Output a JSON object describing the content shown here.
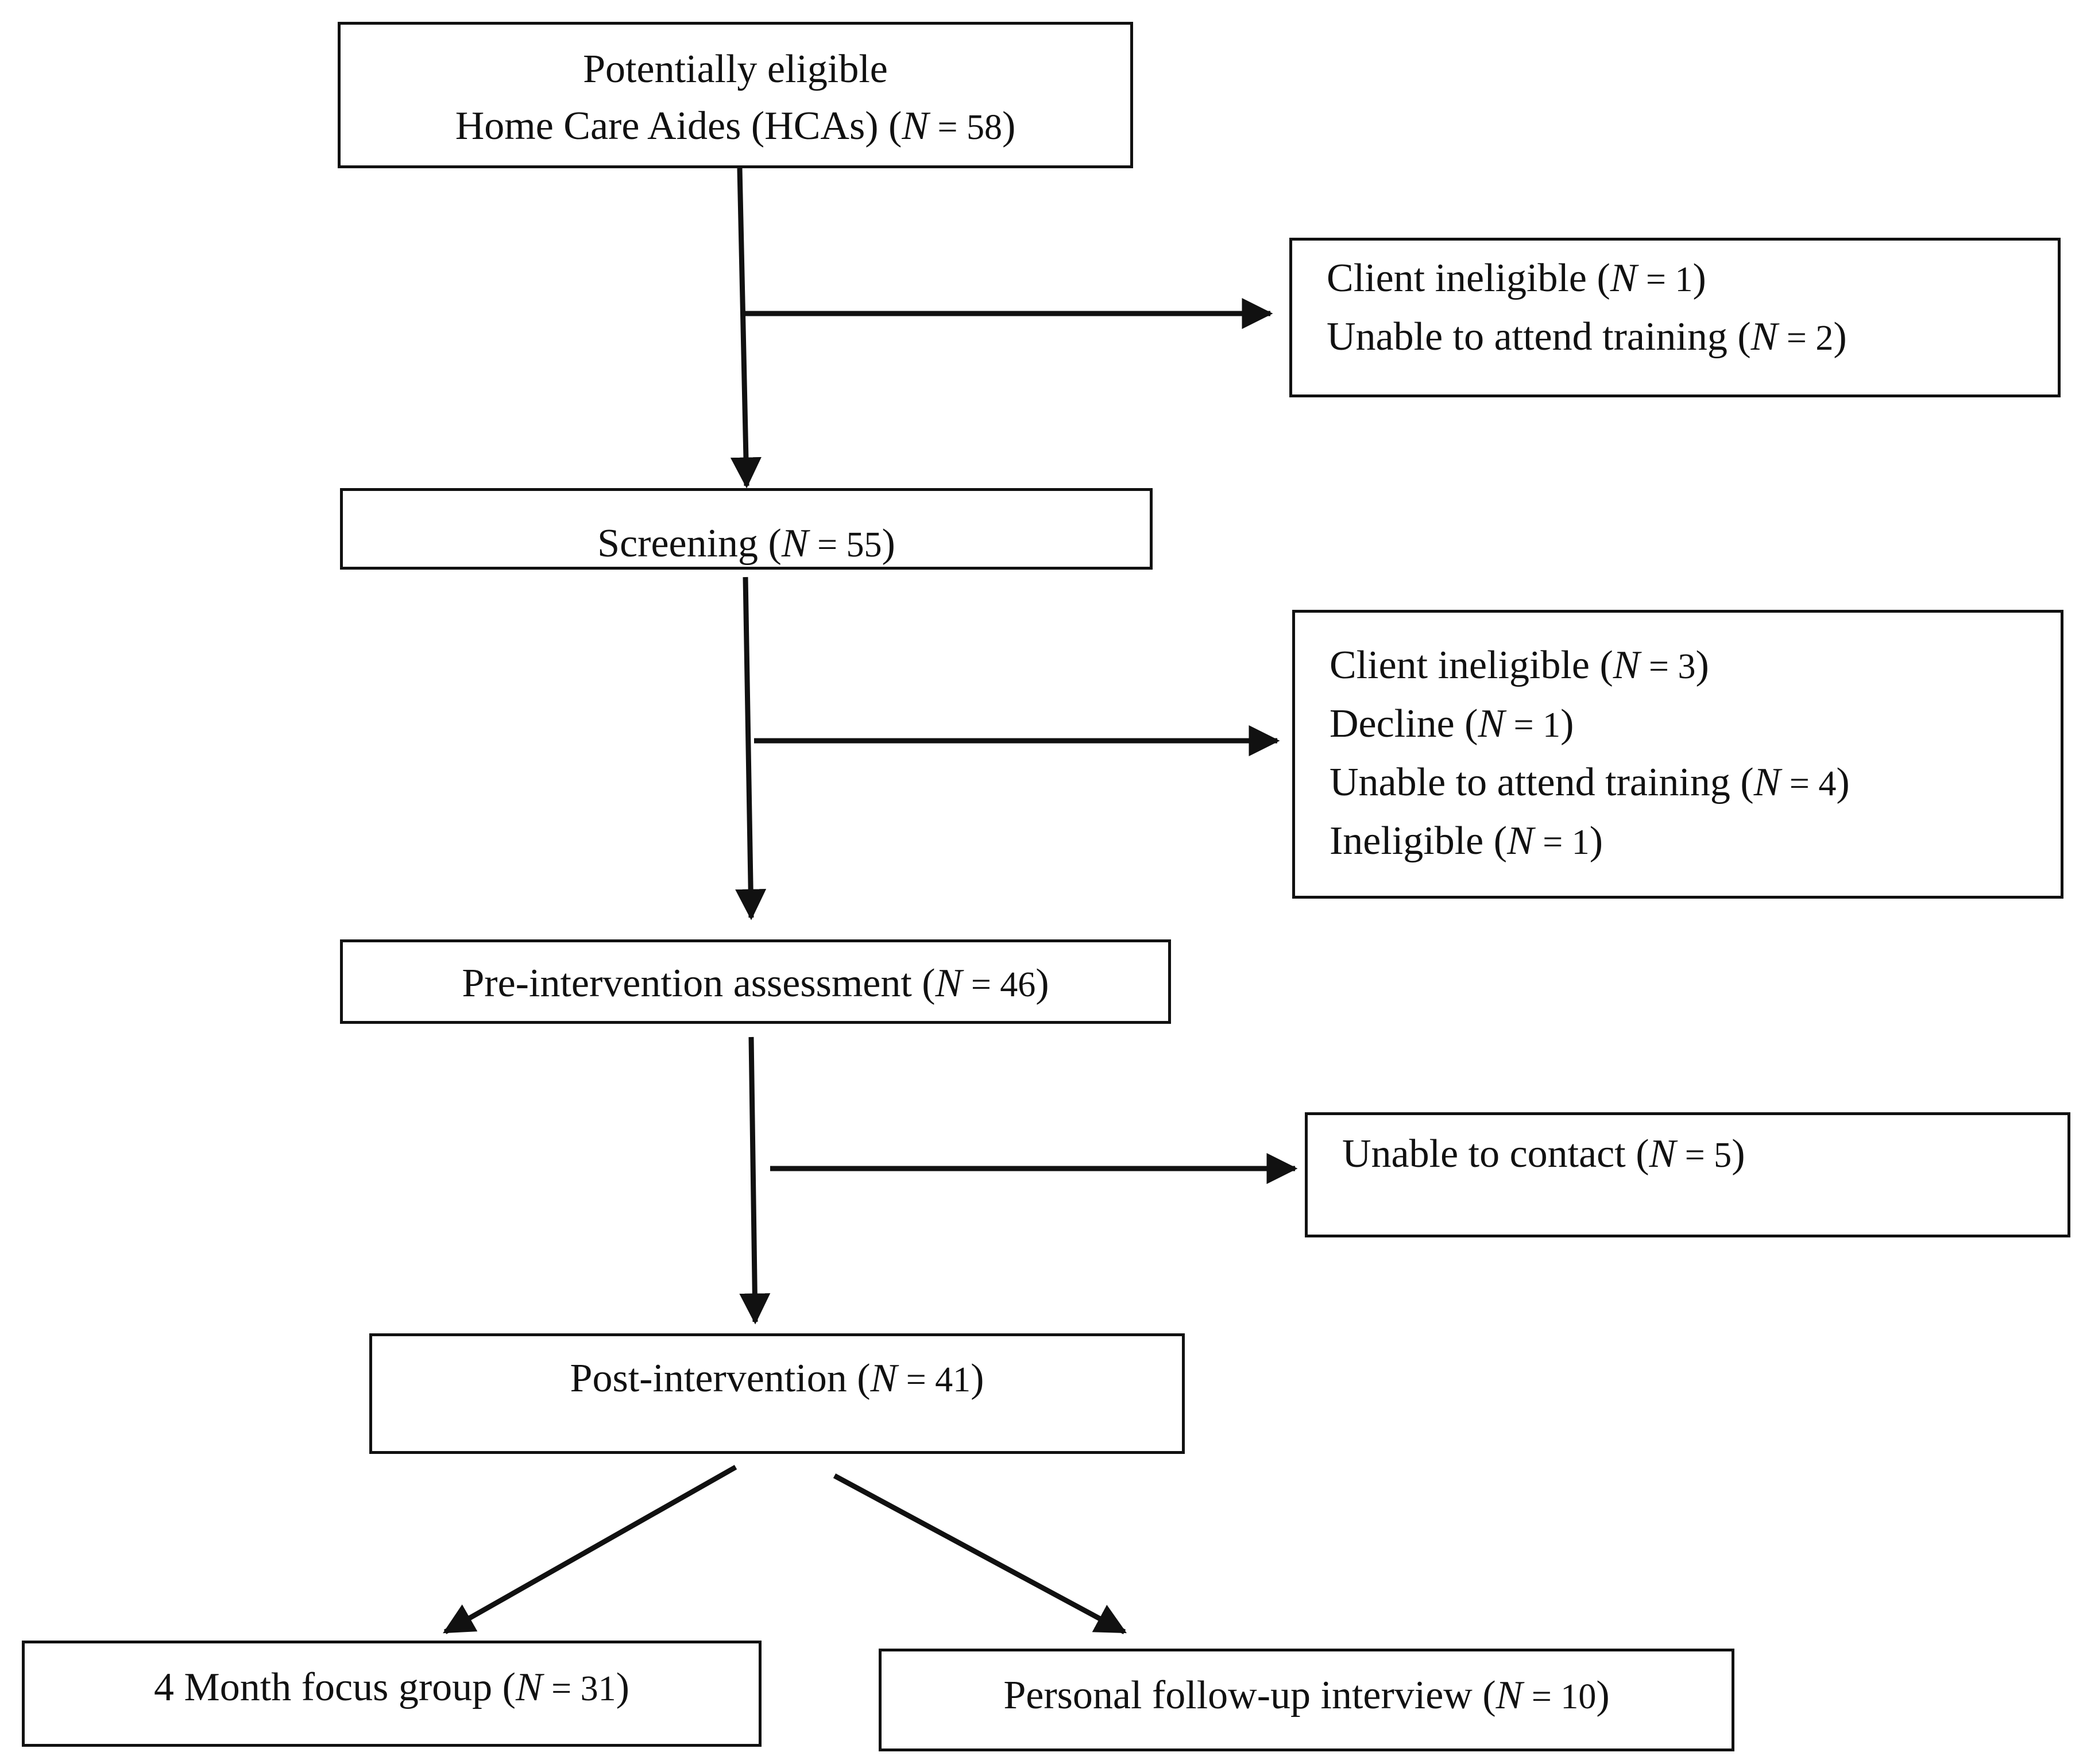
{
  "nodes": {
    "eligible": {
      "lines": [
        {
          "pre": "Potentially eligible"
        },
        {
          "pre": "Home Care Aides (HCAs) (",
          "n": "N",
          "eq": " = 58",
          "post": ")"
        }
      ]
    },
    "exclude1": {
      "lines": [
        {
          "pre": "Client ineligible (",
          "n": "N",
          "eq": " = 1",
          "post": ")"
        },
        {
          "pre": "Unable to attend training (",
          "n": "N",
          "eq": " = 2",
          "post": ")"
        }
      ]
    },
    "screening": {
      "lines": [
        {
          "pre": "Screening (",
          "n": "N",
          "eq": " = 55",
          "post": ")"
        }
      ]
    },
    "exclude2": {
      "lines": [
        {
          "pre": "Client ineligible (",
          "n": "N",
          "eq": " = 3",
          "post": ")"
        },
        {
          "pre": "Decline (",
          "n": "N",
          "eq": " = 1",
          "post": ")"
        },
        {
          "pre": "Unable to attend training (",
          "n": "N",
          "eq": " = 4",
          "post": ")"
        },
        {
          "pre": "Ineligible (",
          "n": "N",
          "eq": " = 1",
          "post": ")"
        }
      ]
    },
    "pre": {
      "lines": [
        {
          "pre": "Pre-intervention assessment (",
          "n": "N",
          "eq": " = 46",
          "post": ")"
        }
      ]
    },
    "exclude3": {
      "lines": [
        {
          "pre": "Unable to contact (",
          "n": "N",
          "eq": " = 5",
          "post": ")"
        }
      ]
    },
    "post": {
      "lines": [
        {
          "pre": "Post-intervention (",
          "n": "N",
          "eq": " = 41",
          "post": ")"
        }
      ]
    },
    "focus": {
      "lines": [
        {
          "pre": "4 Month focus group (",
          "n": "N",
          "eq": " = 31",
          "post": ")"
        }
      ]
    },
    "interview": {
      "lines": [
        {
          "pre": "Personal follow-up interview (",
          "n": "N",
          "eq": " = 10",
          "post": ")"
        }
      ]
    }
  },
  "edges": [
    {
      "from": "eligible",
      "to": "screening"
    },
    {
      "from": "eligible",
      "to": "exclude1"
    },
    {
      "from": "screening",
      "to": "pre"
    },
    {
      "from": "screening",
      "to": "exclude2"
    },
    {
      "from": "pre",
      "to": "post"
    },
    {
      "from": "pre",
      "to": "exclude3"
    },
    {
      "from": "post",
      "to": "focus"
    },
    {
      "from": "post",
      "to": "interview"
    }
  ],
  "colors": {
    "stroke": "#111111",
    "background": "#ffffff"
  }
}
